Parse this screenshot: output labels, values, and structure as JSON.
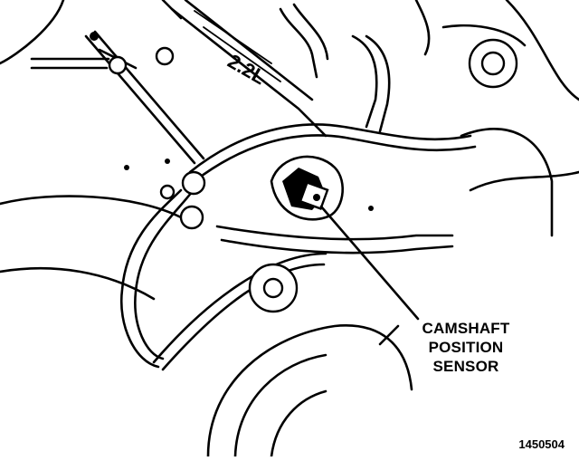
{
  "figure": {
    "callout_lines": [
      "CAMSHAFT",
      "POSITION",
      "SENSOR"
    ],
    "figure_number": "1450504",
    "engine_cover_lettering": "2.2L"
  }
}
